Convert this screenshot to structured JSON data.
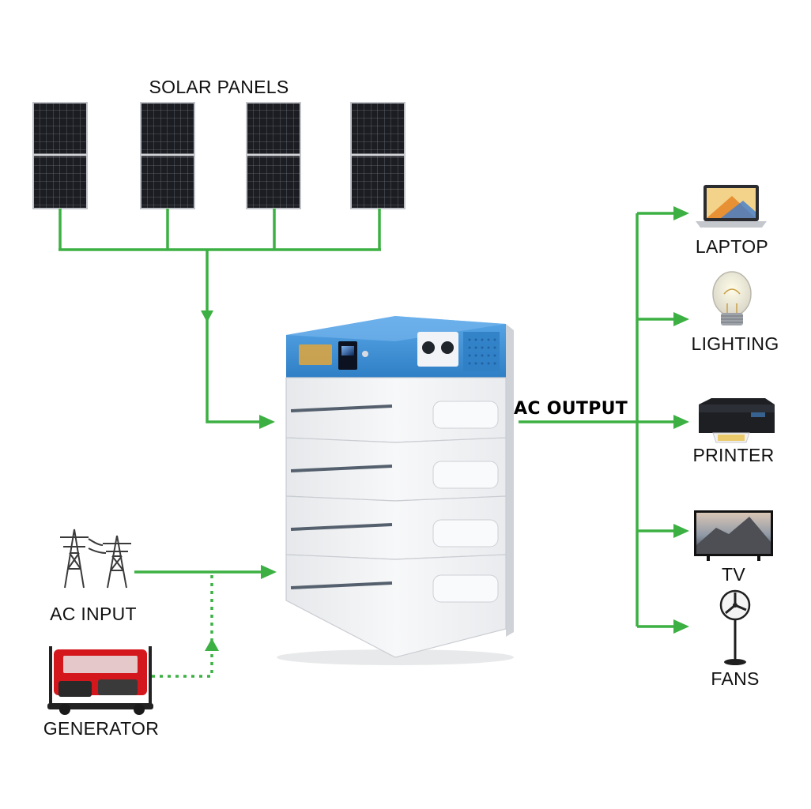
{
  "labels": {
    "solar_panels": "SOLAR PANELS",
    "ac_output": "AC OUTPUT",
    "ac_input": "AC INPUT",
    "generator": "GENERATOR",
    "laptop": "LAPTOP",
    "lighting": "LIGHTING",
    "printer": "PRINTER",
    "tv": "TV",
    "fans": "FANS"
  },
  "colors": {
    "line": "#3cb043",
    "battery_lid": "#3d8fd6",
    "battery_body": "#f2f3f5"
  },
  "icons": [
    "solar-panel-icon",
    "battery-stack-icon",
    "power-tower-icon",
    "generator-icon",
    "laptop-icon",
    "bulb-icon",
    "printer-icon",
    "tv-icon",
    "fan-icon"
  ]
}
